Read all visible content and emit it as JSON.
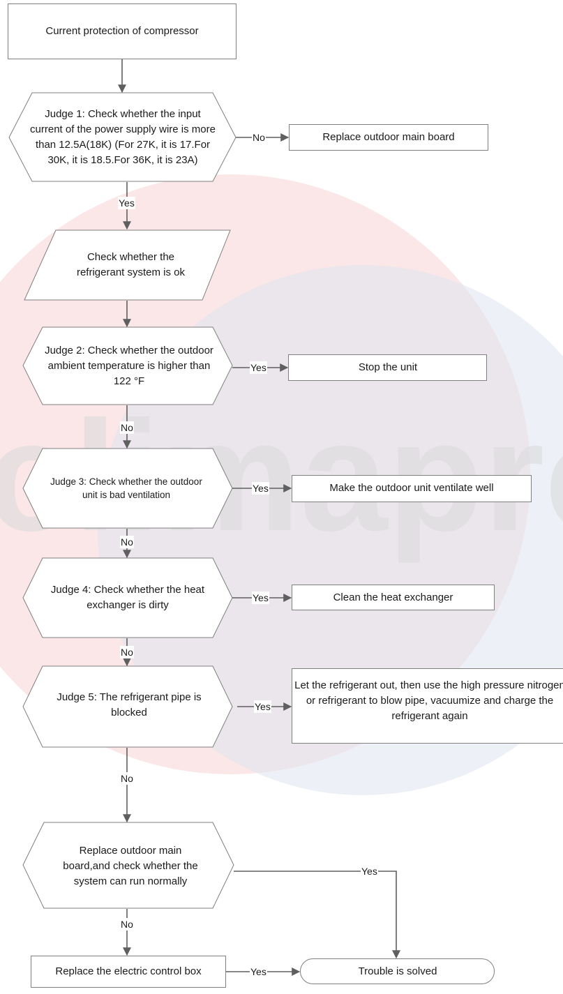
{
  "watermark": {
    "text": "climaproye",
    "colors": {
      "red": "#f5cfd2",
      "blue": "#d8dde9",
      "gray": "#e9e9e9"
    }
  },
  "colors": {
    "line": "#5f5f5f",
    "box_border": "#7f7f7f",
    "text": "#1a1a1a"
  },
  "nodes": {
    "start": "Current protection of compressor",
    "judge1": "Judge 1: Check whether the input current of the power supply wire is more than 12.5A(18K) (For 27K, it is 17.For 30K, it is 18.5.For 36K, it is 23A)",
    "replace_board_1": "Replace outdoor main board",
    "check_refrigerant": "Check whether the refrigerant system is ok",
    "judge2": "Judge 2: Check whether the outdoor ambient temperature is higher than 122 °F",
    "stop_unit": "Stop the unit",
    "judge3": "Judge 3: Check whether the outdoor unit is bad ventilation",
    "ventilate": "Make the outdoor unit ventilate well",
    "judge4": "Judge 4: Check whether the heat exchanger is dirty",
    "clean": "Clean the heat exchanger",
    "judge5": "Judge 5: The refrigerant pipe is blocked",
    "refrigerant_out": "Let the refrigerant out, then use the high pressure nitrogen or refrigerant to blow pipe, vacuumize and charge the refrigerant again",
    "replace_board_2": "Replace outdoor main board,and check whether the system can run normally",
    "replace_box": "Replace the electric control box",
    "solved": "Trouble is solved"
  },
  "labels": {
    "j1_no": "No",
    "j1_yes": "Yes",
    "j2_yes": "Yes",
    "j2_no": "No",
    "j3_yes": "Yes",
    "j3_no": "No",
    "j4_yes": "Yes",
    "j4_no": "No",
    "j5_yes": "Yes",
    "j5_no": "No",
    "rb_yes": "Yes",
    "rb_no": "No",
    "box_yes": "Yes"
  }
}
